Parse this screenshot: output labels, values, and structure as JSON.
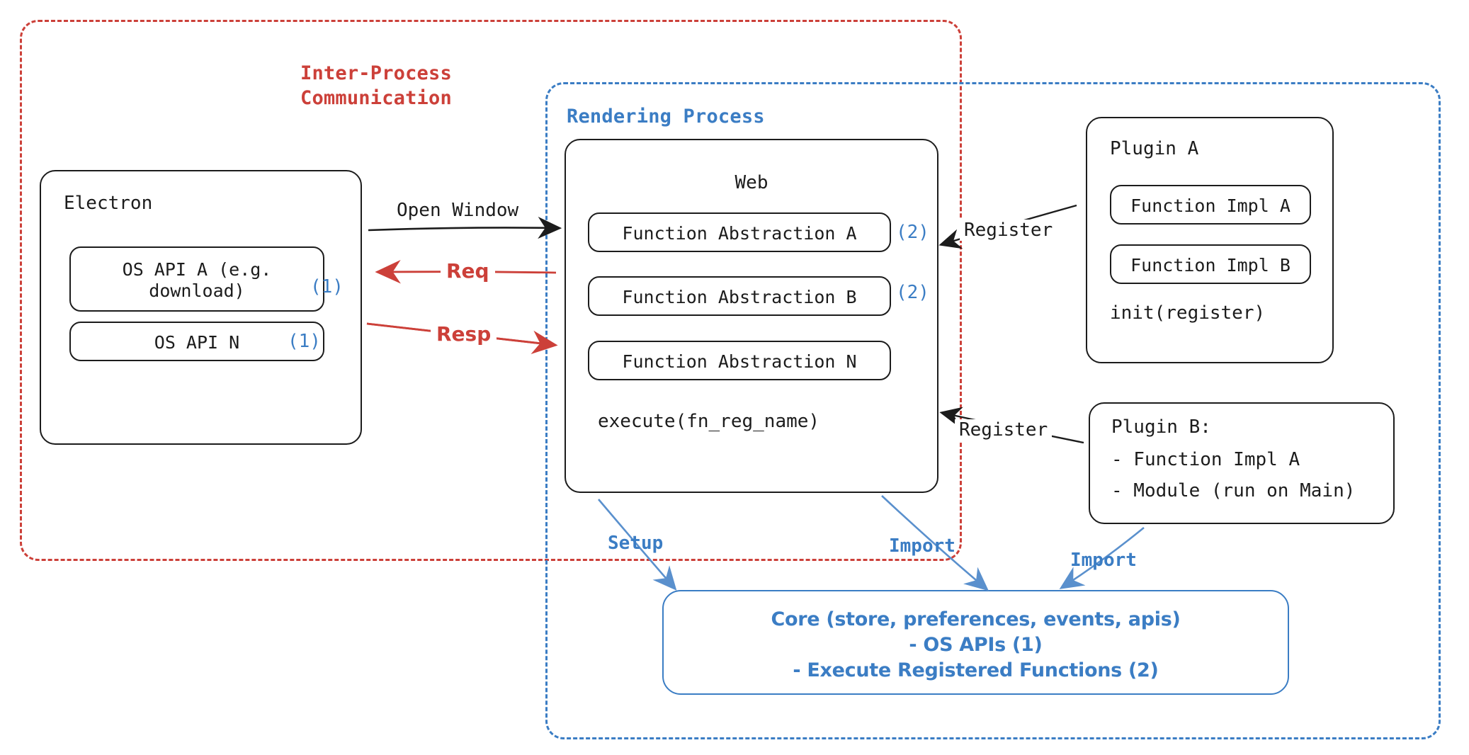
{
  "diagram": {
    "title": "Electron plugin architecture diagram",
    "colors": {
      "ink": "#1c1c1c",
      "red": "#cc4039",
      "blue": "#3b7dc4"
    }
  },
  "regions": {
    "ipc": {
      "label": "Inter-Process\nCommunication",
      "color": "#cc4039"
    },
    "rendering": {
      "label": "Rendering Process",
      "color": "#3b7dc4"
    }
  },
  "electron": {
    "title": "Electron",
    "items": [
      {
        "label": "OS API A (e.g.\ndownload)",
        "badge": "(1)"
      },
      {
        "label": "OS API N",
        "badge": "(1)"
      }
    ]
  },
  "web": {
    "title": "Web",
    "items": [
      {
        "label": "Function Abstraction A",
        "badge": "(2)"
      },
      {
        "label": "Function Abstraction B",
        "badge": "(2)"
      },
      {
        "label": "Function Abstraction N",
        "badge": ""
      }
    ],
    "footer": "execute(fn_reg_name)"
  },
  "plugin_a": {
    "title": "Plugin A",
    "items": [
      {
        "label": "Function Impl A"
      },
      {
        "label": "Function Impl B"
      }
    ],
    "footer": "init(register)"
  },
  "plugin_b": {
    "lines": [
      "Plugin B:",
      "- Function Impl A",
      "- Module (run on Main)"
    ]
  },
  "core": {
    "lines": [
      "Core (store, preferences, events, apis)",
      "- OS APIs (1)",
      "- Execute Registered Functions (2)"
    ]
  },
  "edges": {
    "open_window": {
      "label": "Open Window",
      "color": "#1c1c1c"
    },
    "req": {
      "label": "Req",
      "color": "#cc4039"
    },
    "resp": {
      "label": "Resp",
      "color": "#cc4039"
    },
    "register_a": {
      "label": "Register",
      "color": "#1c1c1c"
    },
    "register_b": {
      "label": "Register",
      "color": "#1c1c1c"
    },
    "setup": {
      "label": "Setup",
      "color": "#3b7dc4"
    },
    "import_web": {
      "label": "Import",
      "color": "#3b7dc4"
    },
    "import_pb": {
      "label": "Import",
      "color": "#3b7dc4"
    }
  }
}
